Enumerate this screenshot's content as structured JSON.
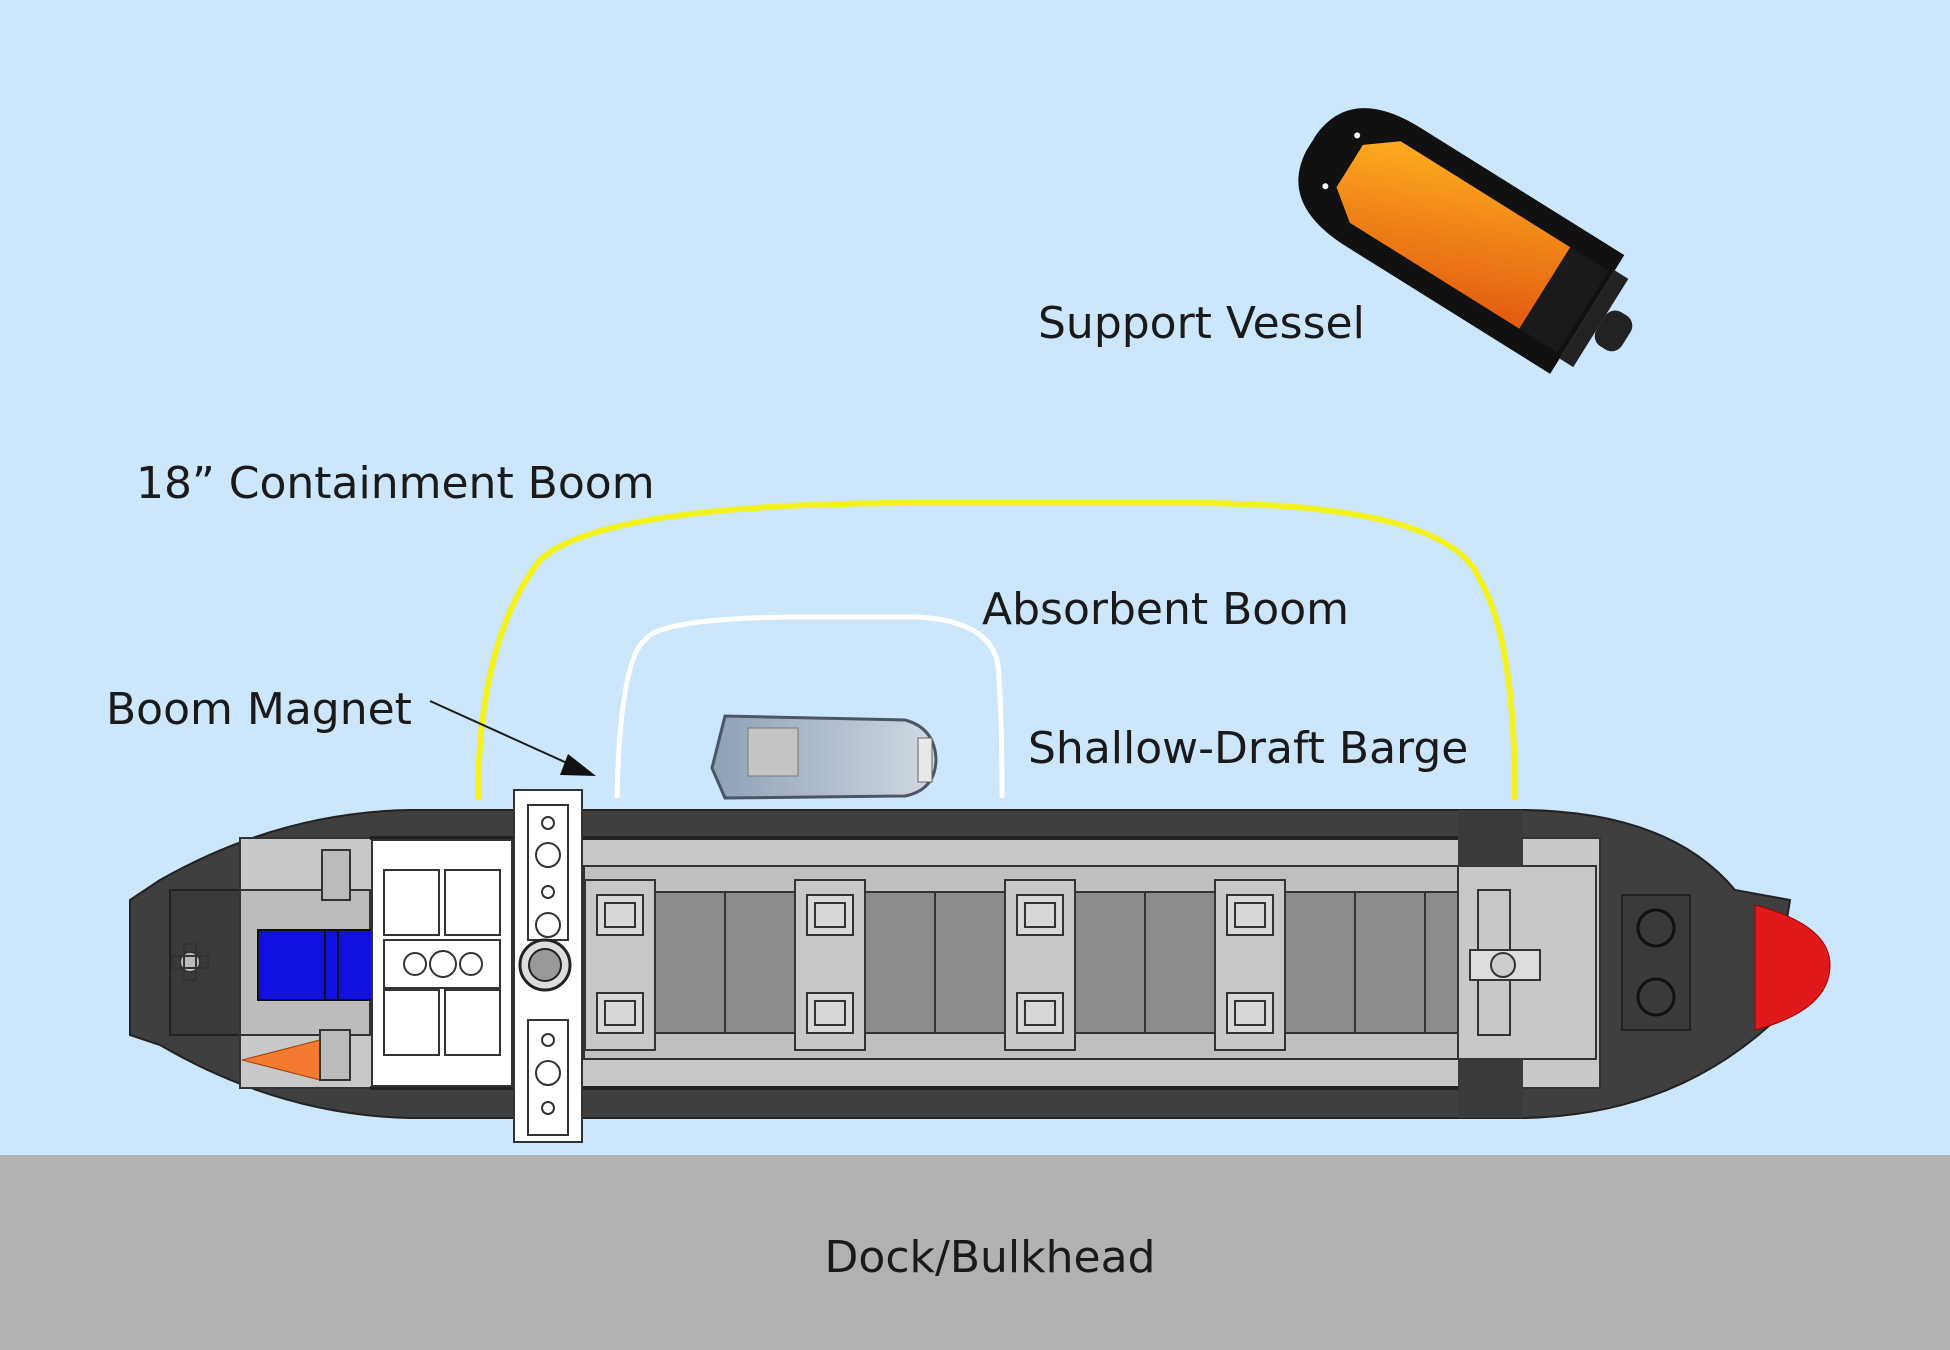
{
  "labels": {
    "support_vessel": "Support Vessel",
    "containment_boom": "18” Containment Boom",
    "absorbent_boom": "Absorbent Boom",
    "boom_magnet": "Boom Magnet",
    "shallow_draft_barge": "Shallow-Draft Barge",
    "dock": "Dock/Bulkhead"
  },
  "colors": {
    "water": "#cce6fb",
    "dock": "#b1b1b1",
    "containment_boom": "#f4f21f",
    "absorbent_boom": "#ffffff",
    "hull": "#3f3f3f",
    "deck": "#c8c8c8",
    "hold": "#8c8c8c",
    "engine": "#1010e0",
    "bow_fender": "#e01a1a",
    "exhaust": "#f47a30",
    "support_cabin": "#f68a1e"
  }
}
